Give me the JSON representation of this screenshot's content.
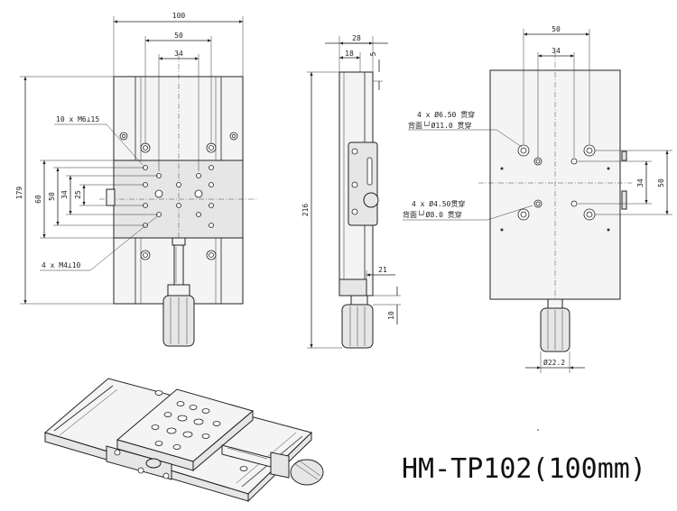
{
  "title": "HM-TP102(100mm)",
  "top_view": {
    "dims": {
      "width": "100",
      "upper": "50",
      "inner": "34",
      "height_total": "179",
      "height_outer": "60",
      "height_mid": "50",
      "height_inner": "34",
      "height_small": "25"
    },
    "callouts": {
      "m6": "10 x M6⊥15",
      "m4": "4 x M4⊥10"
    }
  },
  "side_view": {
    "dims": {
      "d28": "28",
      "d18": "18",
      "d5": "5",
      "d216": "216",
      "d21": "21",
      "d10": "10"
    }
  },
  "bottom_view": {
    "dims": {
      "upper": "50",
      "inner": "34",
      "right34": "34",
      "right50": "50",
      "knob": "Ø22.2"
    },
    "callouts": {
      "hole65_line1": "4 x Ø6.50 贯穿",
      "hole65_line2": "背面└┘Ø11.0 贯穿",
      "hole45_line1": "4 x Ø4.50贯穿",
      "hole45_line2": "背面└┘Ø8.0 贯穿"
    }
  }
}
